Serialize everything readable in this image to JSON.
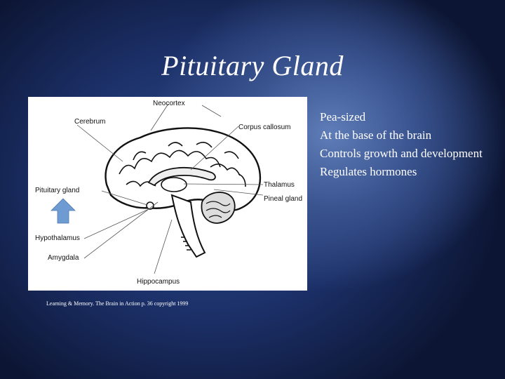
{
  "slide": {
    "title": "Pituitary Gland",
    "bullets": [
      "Pea-sized",
      "At the base of the brain",
      "Controls growth and development",
      "Regulates hormones"
    ],
    "caption": "Learning & Memory. The Brain in Action p. 36 copyright 1999"
  },
  "figure": {
    "labels": {
      "neocortex": "Neocortex",
      "cerebrum": "Cerebrum",
      "corpus_callosum": "Corpus callosum",
      "thalamus": "Thalamus",
      "pineal_gland": "Pineal gland",
      "pituitary_gland": "Pituitary gland",
      "hypothalamus": "Hypothalamus",
      "amygdala": "Amygdala",
      "hippocampus": "Hippocampus"
    },
    "arrow_color": "#6f9bd3"
  }
}
